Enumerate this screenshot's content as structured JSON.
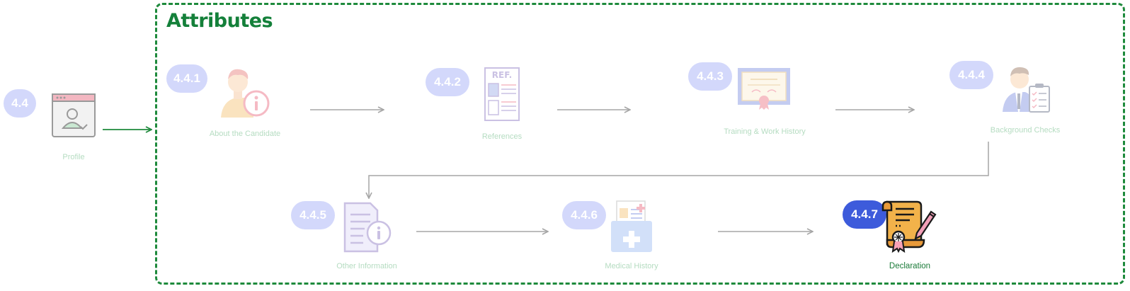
{
  "title": "Attributes",
  "colors": {
    "border": "#1e8a3c",
    "title": "#14803a",
    "badge_faded": "#d3d8fb",
    "badge_active": "#3d5bdb",
    "label_faded": "#b5dcc1",
    "label_active": "#1a7a38",
    "arrow_gray": "#a6a6a6",
    "arrow_green": "#1e8a3c"
  },
  "parent": {
    "badge": "4.4",
    "label": "Profile",
    "icon": "profile-window-icon"
  },
  "steps": [
    {
      "badge": "4.4.1",
      "label": "About the Candidate",
      "icon": "candidate-info-icon",
      "state": "faded"
    },
    {
      "badge": "4.4.2",
      "label": "References",
      "icon": "reference-document-icon",
      "state": "faded"
    },
    {
      "badge": "4.4.3",
      "label": "Training & Work History",
      "icon": "certificate-icon",
      "state": "faded"
    },
    {
      "badge": "4.4.4",
      "label": "Background Checks",
      "icon": "background-check-icon",
      "state": "faded"
    },
    {
      "badge": "4.4.5",
      "label": "Other Information",
      "icon": "document-info-icon",
      "state": "faded"
    },
    {
      "badge": "4.4.6",
      "label": "Medical History",
      "icon": "medical-folder-icon",
      "state": "faded"
    },
    {
      "badge": "4.4.7",
      "label": "Declaration",
      "icon": "signed-scroll-icon",
      "state": "active"
    }
  ]
}
